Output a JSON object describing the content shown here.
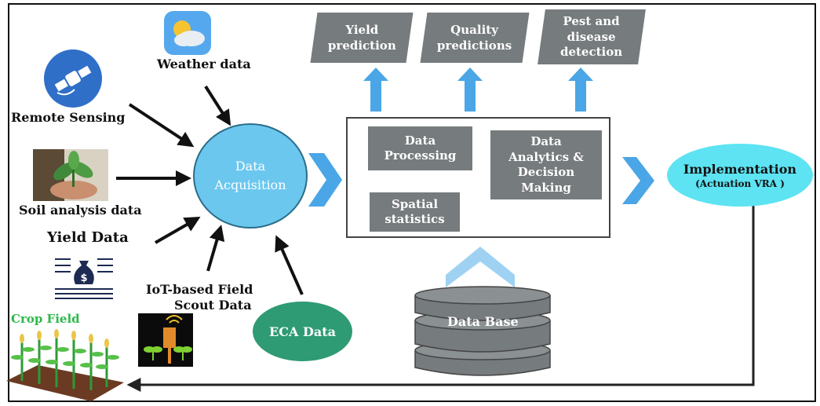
{
  "sources": {
    "weather": "Weather data",
    "remote_sensing": "Remote Sensing",
    "soil": "Soil analysis data",
    "yield": "Yield Data",
    "iot_line1": "IoT-based Field",
    "iot_line2": "Scout Data",
    "crop_field": "Crop Field",
    "eca": "ECA Data"
  },
  "acquisition": {
    "line1": "Data",
    "line2": "Acquisition"
  },
  "processing": {
    "data_processing_line1": "Data",
    "data_processing_line2": "Processing",
    "spatial_line1": "Spatial",
    "spatial_line2": "statistics",
    "analytics_line1": "Data",
    "analytics_line2": "Analytics &",
    "analytics_line3": "Decision",
    "analytics_line4": "Making"
  },
  "outputs": {
    "yield_line1": "Yield",
    "yield_line2": "prediction",
    "quality_line1": "Quality",
    "quality_line2": "predictions",
    "pest_line1": "Pest and",
    "pest_line2": "disease",
    "pest_line3": "detection"
  },
  "database": "Data Base",
  "implementation": {
    "title": "Implementation",
    "subtitle": "(Actuation VRA )"
  },
  "colors": {
    "gray_box": "#767b7d",
    "acquisition": "#6cc7ee",
    "implementation": "#5de3f2",
    "eca": "#2e9b74",
    "chevron": "#4aa6e6",
    "up_arrow": "#4aa6e6",
    "crop_label": "#2db84a"
  }
}
